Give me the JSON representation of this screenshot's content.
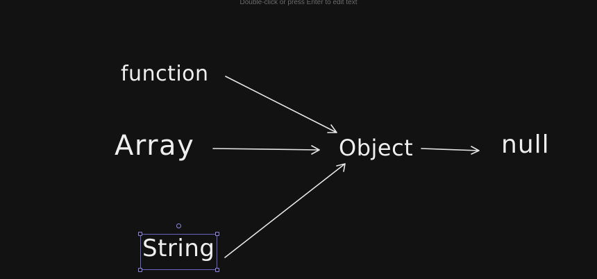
{
  "canvas": {
    "hint": "Double-click or press Enter to edit text",
    "background": "#121212",
    "stroke_color": "#e6e6e6",
    "selection_color": "#6e64c4"
  },
  "nodes": {
    "function": "function",
    "array": "Array",
    "object": "Object",
    "null": "null",
    "string": "String"
  },
  "selection": {
    "selected_node": "String"
  }
}
